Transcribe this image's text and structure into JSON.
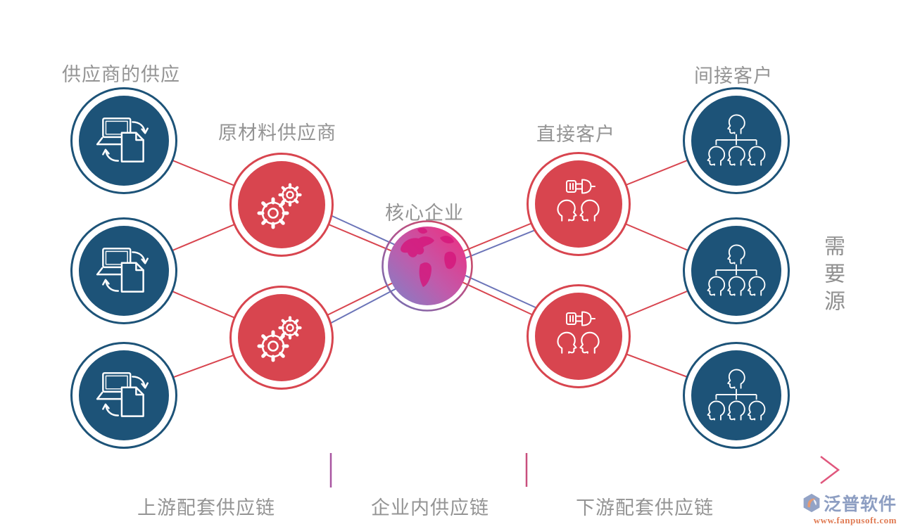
{
  "diagram": {
    "groups": [
      {
        "label": "供应商的供应",
        "nodes": 3,
        "icon": "laptop-doc-sync",
        "color": "blue"
      },
      {
        "label": "原材料供应商",
        "nodes": 2,
        "icon": "gears",
        "color": "red"
      },
      {
        "label": "核心企业",
        "nodes": 1,
        "icon": "globe",
        "color": "gradient"
      },
      {
        "label": "直接客户",
        "nodes": 2,
        "icon": "plug-people",
        "color": "red"
      },
      {
        "label": "间接客户",
        "nodes": 3,
        "icon": "org-chart",
        "color": "blue"
      },
      {
        "label": "需要源",
        "nodes": 0,
        "icon": "none",
        "color": "text"
      }
    ]
  },
  "axis": {
    "segments": [
      "上游配套供应链",
      "企业内供应链",
      "下游配套供应链"
    ],
    "direction": "left-to-right-arrow"
  },
  "watermark": {
    "brand": "泛普软件",
    "url": "www.fanpusoft.com"
  },
  "colors": {
    "node_blue": "#1d5378",
    "node_red": "#d8454f",
    "link_red": "#d8454f",
    "link_blue": "#6b74b8",
    "label_gray": "#949494",
    "globe_pink": "#f12c7e",
    "globe_purple": "#7e82c8",
    "tick_magenta": "#a855a0",
    "watermark_blue": "#8d9ec2",
    "watermark_orange": "#e07a52"
  }
}
